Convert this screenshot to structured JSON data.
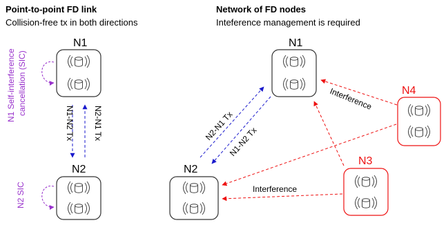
{
  "left_panel": {
    "title": "Point-to-point FD link",
    "subtitle": "Collision-free tx in both directions",
    "sic_label": "N1 Self-interference\ncancellation (SIC)",
    "sic_label_line1": "N1 Self-interference",
    "sic_label_line2": "cancellation (SIC)",
    "sic2_label": "N2 SIC"
  },
  "right_panel": {
    "title": "Network of FD nodes",
    "subtitle": "Inteference management is required"
  },
  "nodes": {
    "left_n1": "N1",
    "left_n2": "N2",
    "right_n1": "N1",
    "right_n2": "N2",
    "right_n3": "N3",
    "right_n4": "N4"
  },
  "links": {
    "left_down": "N1-N2 Tx",
    "left_up": "N2-N1 Tx",
    "right_up": "N2-N1 Tx",
    "right_down": "N1-N2 Tx",
    "interference_n4": "Interference",
    "interference_n3": "Interference"
  },
  "colors": {
    "sic": "#9932cc",
    "tx": "#1a1acc",
    "interference": "#ee1111",
    "node_border": "#333333",
    "node_border_interferer": "#ee1111"
  }
}
